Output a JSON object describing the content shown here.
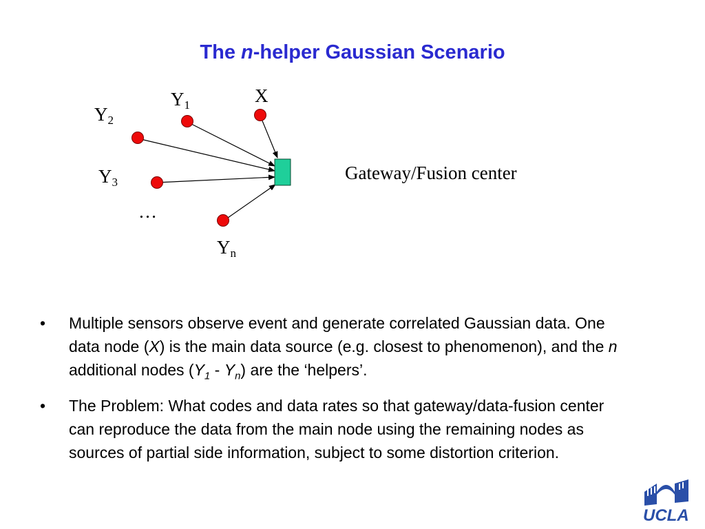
{
  "title": {
    "prefix": "The ",
    "italic": "n",
    "suffix": "-helper Gaussian Scenario"
  },
  "diagram": {
    "nodes": [
      {
        "id": "x",
        "label": "X",
        "sub": ""
      },
      {
        "id": "y1",
        "label": "Y",
        "sub": "1"
      },
      {
        "id": "y2",
        "label": "Y",
        "sub": "2"
      },
      {
        "id": "y3",
        "label": "Y",
        "sub": "3"
      },
      {
        "id": "yn",
        "label": "Y",
        "sub": "n"
      }
    ],
    "ellipsis": "…",
    "gateway_label": "Gateway/Fusion center"
  },
  "bullets": [
    {
      "marker": "•",
      "parts": [
        {
          "text": "Multiple sensors observe event and generate correlated Gaussian data.  One data node ("
        },
        {
          "text": "X",
          "style": "italic"
        },
        {
          "text": ") is the main data source (e.g. closest to phenomenon), and the "
        },
        {
          "text": "n",
          "style": "italic"
        },
        {
          "text": " additional nodes ("
        },
        {
          "text": "Y",
          "style": "italic"
        },
        {
          "text": "1",
          "style": "italic-sub"
        },
        {
          "text": " - "
        },
        {
          "text": "Y",
          "style": "italic"
        },
        {
          "text": "n",
          "style": "italic-sub"
        },
        {
          "text": ") are the ‘helpers’."
        }
      ]
    },
    {
      "marker": "•",
      "parts": [
        {
          "text": "The Problem: What codes and data rates so that gateway/data-fusion center can reproduce the data from the main node using the remaining nodes as sources of partial side information, subject to some distortion criterion."
        }
      ]
    }
  ],
  "logo": {
    "text": "UCLA",
    "color": "#2a4fa8"
  },
  "colors": {
    "title": "#2a2ad0",
    "node": "#ee0a0a",
    "gateway": "#1fcf9a"
  }
}
